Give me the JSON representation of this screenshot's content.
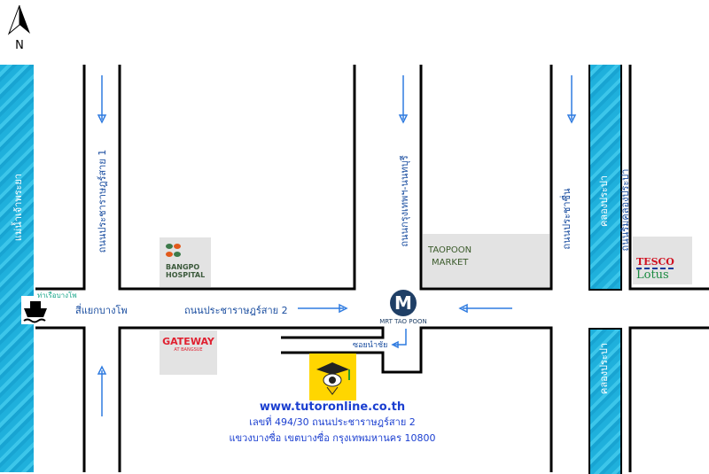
{
  "compass": {
    "label": "N"
  },
  "roads": {
    "river": "แม่น้ำเจ้าพระยา",
    "prachharat1": "ถนนประชาราษฎร์สาย 1",
    "krungthep_nonthaburi": "ถนนกรุงเทพฯ-นนทบุรี",
    "pracha_chuen": "ถนนประชาชื่น",
    "canal_top": "คลองประปา",
    "canal_bottom": "คลองประปา",
    "rim_canal": "ถนนริมคลองประปา",
    "pracharat2": "ถนนประชาราษฎร์สาย 2",
    "junction": "สี่แยกบางโพ",
    "soi": "ซอยนำชัย",
    "pier": "ท่าเรือบางโพ"
  },
  "landmarks": {
    "hospital": {
      "line1": "BANGPO",
      "line2": "HOSPITAL"
    },
    "gateway": {
      "name": "GATEWAY",
      "sub": "AT BANGSUE"
    },
    "market": {
      "line1": "TAOPOON",
      "line2": "MARKET"
    },
    "tesco": {
      "line1": "TESCO",
      "line2": "Lotus"
    },
    "mrt": {
      "letter": "M",
      "name": "MRT TAO POON"
    }
  },
  "address": {
    "website": "www.tutoronline.co.th",
    "line1": "เลขที่ 494/30 ถนนประชาราษฎร์สาย 2",
    "line2": "แขวงบางซื่อ เขตบางซื่อ กรุงเทพมหานคร 10800"
  },
  "colors": {
    "road_text": "#1b4ea0",
    "arrow": "#2f7be0",
    "mrt": "#1f3f66",
    "logo_bg": "#ffd600"
  }
}
